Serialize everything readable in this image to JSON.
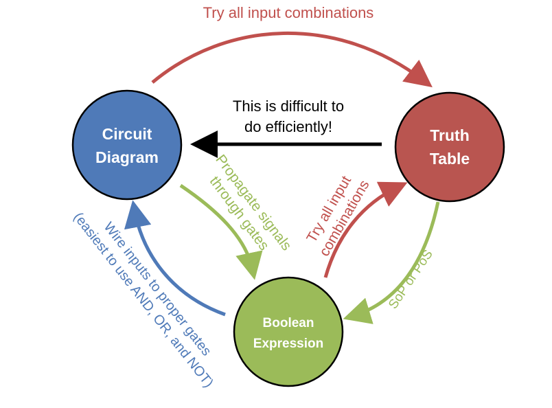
{
  "colors": {
    "blue": "#4f7ab8",
    "blue_stroke": "#3a5f94",
    "red": "#b95550",
    "red_stroke": "#8d3b37",
    "green": "#9bbb59",
    "green_stroke": "#71893f",
    "black": "#000000",
    "node_outline": "#000000",
    "edge_blue": "#4f7ab8",
    "edge_red": "#c0504d",
    "edge_green": "#9bbb59"
  },
  "nodes": {
    "circuit": {
      "line1": "Circuit",
      "line2": "Diagram"
    },
    "truth": {
      "line1": "Truth",
      "line2": "Table"
    },
    "boolean": {
      "line1": "Boolean",
      "line2": "Expression"
    }
  },
  "edges": {
    "top": {
      "label": "Try all input combinations"
    },
    "middle": {
      "line1": "This is difficult to",
      "line2": "do efficiently!"
    },
    "propagate": {
      "line1": "Propagate signals",
      "line2": "through gates"
    },
    "try_inner": {
      "line1": "Try all input",
      "line2": "combinations"
    },
    "sop": {
      "label": "SoP or PoS"
    },
    "wire": {
      "line1": "Wire inputs to proper  gates",
      "line2": "(easiest to use AND, OR, and NOT)"
    }
  }
}
